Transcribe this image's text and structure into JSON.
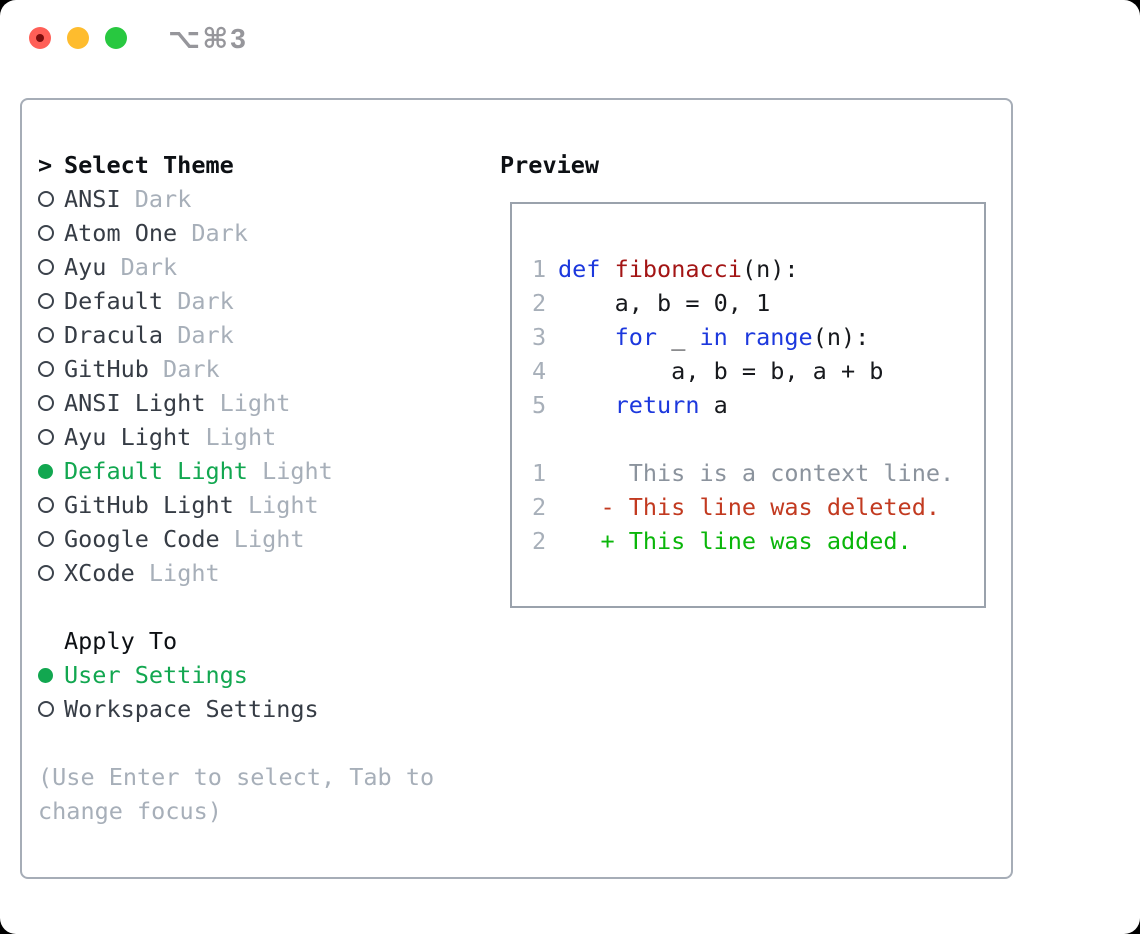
{
  "titlebar": {
    "title": "⌥⌘3",
    "buttons": [
      "close",
      "minimize",
      "zoom"
    ]
  },
  "theme_picker": {
    "prompt": ">",
    "title": "Select Theme",
    "items": [
      {
        "name": "ANSI",
        "variant": "Dark",
        "selected": false
      },
      {
        "name": "Atom One",
        "variant": "Dark",
        "selected": false
      },
      {
        "name": "Ayu",
        "variant": "Dark",
        "selected": false
      },
      {
        "name": "Default",
        "variant": "Dark",
        "selected": false
      },
      {
        "name": "Dracula",
        "variant": "Dark",
        "selected": false
      },
      {
        "name": "GitHub",
        "variant": "Dark",
        "selected": false
      },
      {
        "name": "ANSI Light",
        "variant": "Light",
        "selected": false
      },
      {
        "name": "Ayu Light",
        "variant": "Light",
        "selected": false
      },
      {
        "name": "Default Light",
        "variant": "Light",
        "selected": true
      },
      {
        "name": "GitHub Light",
        "variant": "Light",
        "selected": false
      },
      {
        "name": "Google Code",
        "variant": "Light",
        "selected": false
      },
      {
        "name": "XCode",
        "variant": "Light",
        "selected": false
      }
    ]
  },
  "apply_to": {
    "title": "Apply To",
    "options": [
      {
        "name": "User Settings",
        "selected": true
      },
      {
        "name": "Workspace Settings",
        "selected": false
      }
    ]
  },
  "help_text": [
    "(Use Enter to select, Tab to",
    "change focus)"
  ],
  "preview": {
    "title": "Preview",
    "code_lines": [
      {
        "num": "1",
        "segments": [
          {
            "t": "def",
            "c": "kw"
          },
          {
            "t": " ",
            "c": "plain"
          },
          {
            "t": "fibonacci",
            "c": "fn"
          },
          {
            "t": "(n):",
            "c": "plain"
          }
        ]
      },
      {
        "num": "2",
        "segments": [
          {
            "t": "    a, b = 0, 1",
            "c": "plain"
          }
        ]
      },
      {
        "num": "3",
        "segments": [
          {
            "t": "    ",
            "c": "plain"
          },
          {
            "t": "for",
            "c": "kw"
          },
          {
            "t": " _ ",
            "c": "plain"
          },
          {
            "t": "in",
            "c": "kw"
          },
          {
            "t": " ",
            "c": "plain"
          },
          {
            "t": "range",
            "c": "kw"
          },
          {
            "t": "(n):",
            "c": "plain"
          }
        ]
      },
      {
        "num": "4",
        "segments": [
          {
            "t": "        a, b = b, a + b",
            "c": "plain"
          }
        ]
      },
      {
        "num": "5",
        "segments": [
          {
            "t": "    ",
            "c": "plain"
          },
          {
            "t": "return",
            "c": "kw"
          },
          {
            "t": " a",
            "c": "plain"
          }
        ]
      },
      {
        "num": "",
        "segments": []
      },
      {
        "num": "1",
        "segments": [
          {
            "t": "     This is a context line.",
            "c": "ctx"
          }
        ]
      },
      {
        "num": "2",
        "segments": [
          {
            "t": "   - This line was deleted.",
            "c": "del"
          }
        ]
      },
      {
        "num": "2",
        "segments": [
          {
            "t": "   + This line was added.",
            "c": "add"
          }
        ]
      }
    ]
  },
  "colors": {
    "traffic_red": "#ff5f57",
    "traffic_red_dot": "#7c0e0e",
    "traffic_yellow": "#febc2e",
    "traffic_green": "#28c840",
    "title_gray": "#96969b",
    "panel_border": "#a6adb7",
    "preview_border": "#9aa2ac",
    "header_text": "#0d1014",
    "item_text": "#363c45",
    "muted_gray": "#a7afb9",
    "radio_ring": "#3c434c",
    "ui_green": "#12a750",
    "code_text": "#17191d",
    "kw_blue": "#1c38dd",
    "fn_red": "#a31515",
    "line_num": "#a7afb9",
    "ctx_gray": "#8b939d",
    "del_red": "#c23a20",
    "add_green": "#0ab60a"
  }
}
